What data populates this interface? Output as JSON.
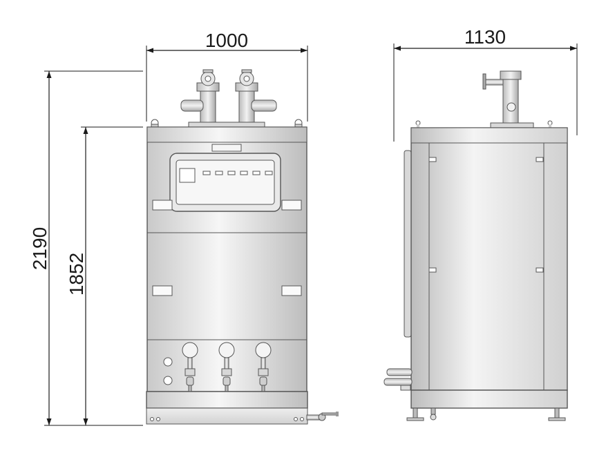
{
  "front_view": {
    "width_label": "1000",
    "total_height_label": "2190",
    "body_height_label": "1852"
  },
  "side_view": {
    "depth_label": "1130"
  },
  "colors": {
    "dimension": "#1a1a1a",
    "outline": "#555555",
    "steel_light": "#f4f4f4",
    "steel_dark": "#c9c9c9"
  }
}
